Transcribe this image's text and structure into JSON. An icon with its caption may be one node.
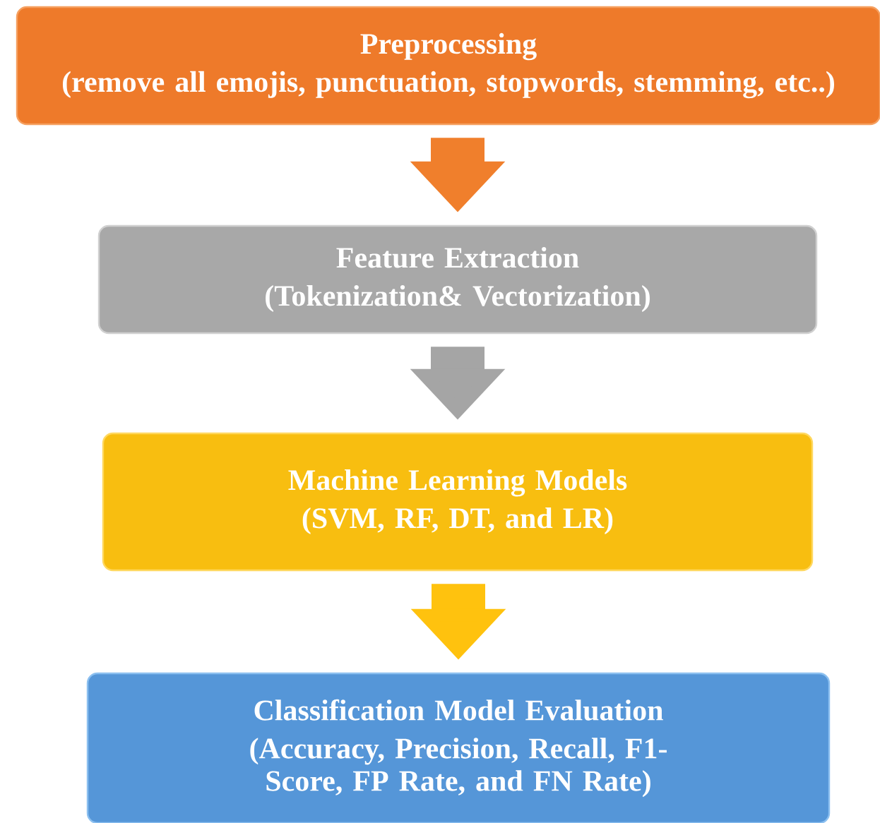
{
  "diagram": {
    "nodes": [
      {
        "text": [
          "Preprocessing",
          "(remove all emojis, punctuation, stopwords, stemming, etc..)"
        ]
      },
      {
        "text": [
          "Feature Extraction",
          "(Tokenization& Vectorization)"
        ]
      },
      {
        "text": [
          "Machine Learning Models",
          "(SVM, RF, DT, and LR)"
        ]
      },
      {
        "text": [
          "Classification Model Evaluation",
          "(Accuracy, Precision, Recall, F1-Score, FP Rate, and FN Rate)"
        ]
      }
    ],
    "edges": [
      {
        "from": 0,
        "to": 1,
        "arrow": "to",
        "color": "#f07f2c"
      },
      {
        "from": 1,
        "to": 2,
        "arrow": "to",
        "color": "#a5a5a5"
      },
      {
        "from": 2,
        "to": 3,
        "arrow": "to",
        "color": "#ffc20e"
      }
    ]
  }
}
